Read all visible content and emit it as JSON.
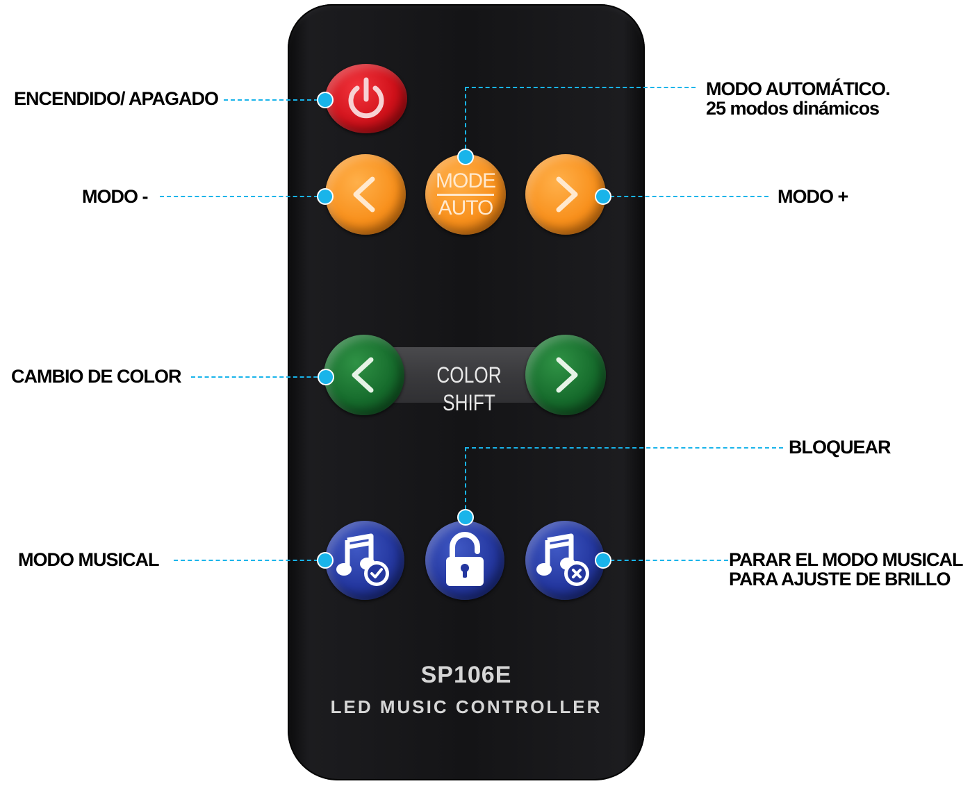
{
  "remote": {
    "model": "SP106E",
    "subtitle": "LED MUSIC CONTROLLER",
    "mode_button_top": "MODE",
    "mode_button_bottom": "AUTO",
    "color_shift_label": "COLOR SHIFT"
  },
  "callouts": {
    "power": "ENCENDIDO/ APAGADO",
    "auto_mode_line1": "MODO AUTOMÁTICO.",
    "auto_mode_line2": "25 modos dinámicos",
    "mode_minus": "MODO -",
    "mode_plus": "MODO +",
    "color_change": "CAMBIO DE COLOR",
    "lock": "BLOQUEAR",
    "music_mode": "MODO MUSICAL",
    "stop_music_line1": "PARAR EL MODO MUSICAL",
    "stop_music_line2": "PARA AJUSTE DE BRILLO"
  },
  "colors": {
    "callout_accent": "#19b4ea",
    "power_button": "#d0111a",
    "mode_buttons": "#f8901c",
    "color_buttons": "#166b2c",
    "music_buttons": "#24379f"
  },
  "icons": {
    "power": "power-icon",
    "left": "chevron-left-icon",
    "right": "chevron-right-icon",
    "music_on": "music-check-icon",
    "lock": "lock-icon",
    "music_off": "music-cancel-icon"
  }
}
